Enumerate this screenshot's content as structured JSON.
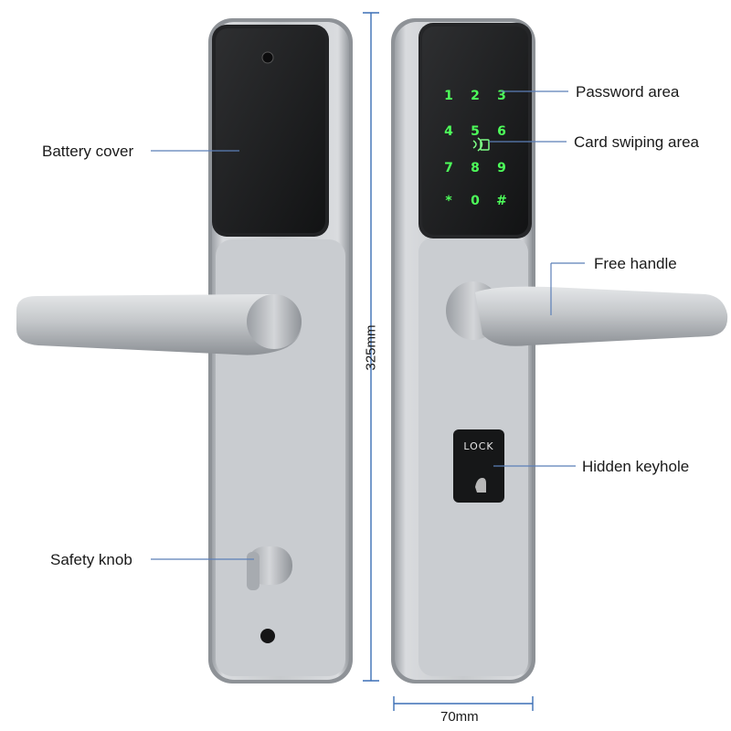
{
  "labels": {
    "battery_cover": "Battery cover",
    "safety_knob": "Safety knob",
    "password_area": "Password area",
    "card_swiping_area": "Card swiping area",
    "free_handle": "Free handle",
    "hidden_keyhole": "Hidden keyhole"
  },
  "dimensions": {
    "height": "325mm",
    "width": "70mm"
  },
  "keypad": {
    "keys": [
      "1",
      "2",
      "3",
      "4",
      "5",
      "6",
      "7",
      "8",
      "9",
      "*",
      "0",
      "#"
    ]
  },
  "keyhole_cover_text": "LOCK",
  "colors": {
    "keypad_glow": "#4dff5a",
    "metal": "#c9ccd0",
    "dimension_line": "#3c6fb5"
  }
}
